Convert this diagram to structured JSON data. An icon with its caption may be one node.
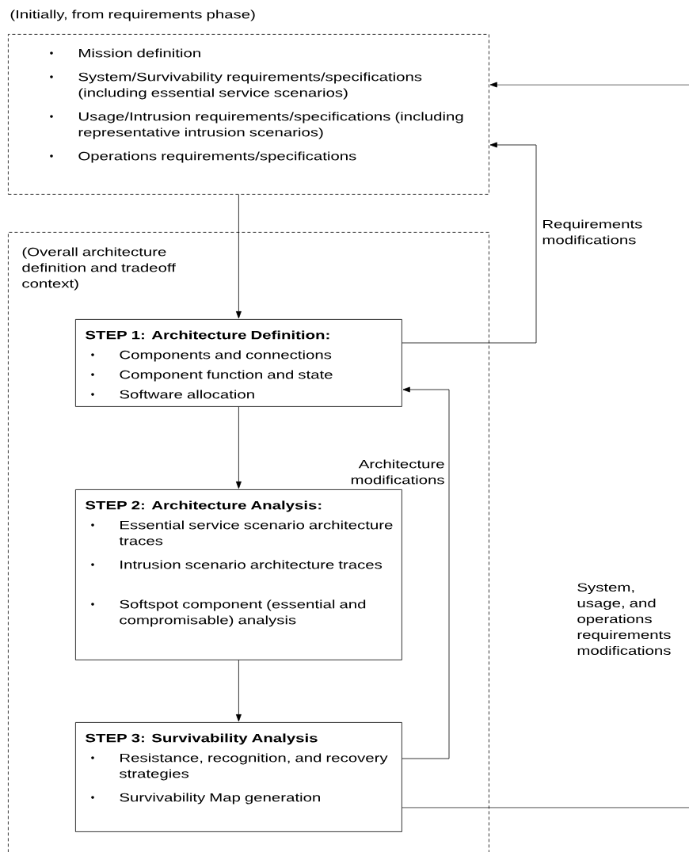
{
  "diagram": {
    "nodes": [
      {
        "text": [
          "(Initially, from requirements phase)",
          "Mission definition",
          "System/Survivability requirements/specifications (including essential service scenarios)",
          "Usage/Intrusion requirements/specifications (including representative intrusion scenarios)",
          "Operations requirements/specifications"
        ]
      },
      {
        "text": [
          "(Overall architecture definition and tradeoff context)"
        ]
      },
      {
        "text": [
          "STEP 1: Architecture Definition:",
          "Components and connections",
          "Component function and state",
          "Software allocation"
        ],
        "in": 1
      },
      {
        "text": [
          "STEP 2: Architecture Analysis:",
          "Essential service scenario architecture traces",
          "Intrusion scenario architecture traces",
          "Softspot component (essential and compromisable) analysis"
        ],
        "in": 1
      },
      {
        "text": [
          "STEP 3: Survivability Analysis",
          "Resistance, recognition, and recovery strategies",
          "Survivability Map generation"
        ],
        "in": 1
      }
    ],
    "edges": [
      {
        "from": 0,
        "to": 2,
        "arrow": "to"
      },
      {
        "from": 2,
        "to": 3,
        "arrow": "to"
      },
      {
        "from": 3,
        "to": 4,
        "arrow": "to"
      },
      {
        "from": 2,
        "to": 0,
        "arrow": "to",
        "label": "Requirements modifications"
      },
      {
        "from": 4,
        "to": 2,
        "arrow": "to",
        "label": "Architecture modifications"
      },
      {
        "from": 4,
        "to": 0,
        "arrow": "to",
        "label": "System, usage, and operations requirements modifications"
      }
    ]
  }
}
